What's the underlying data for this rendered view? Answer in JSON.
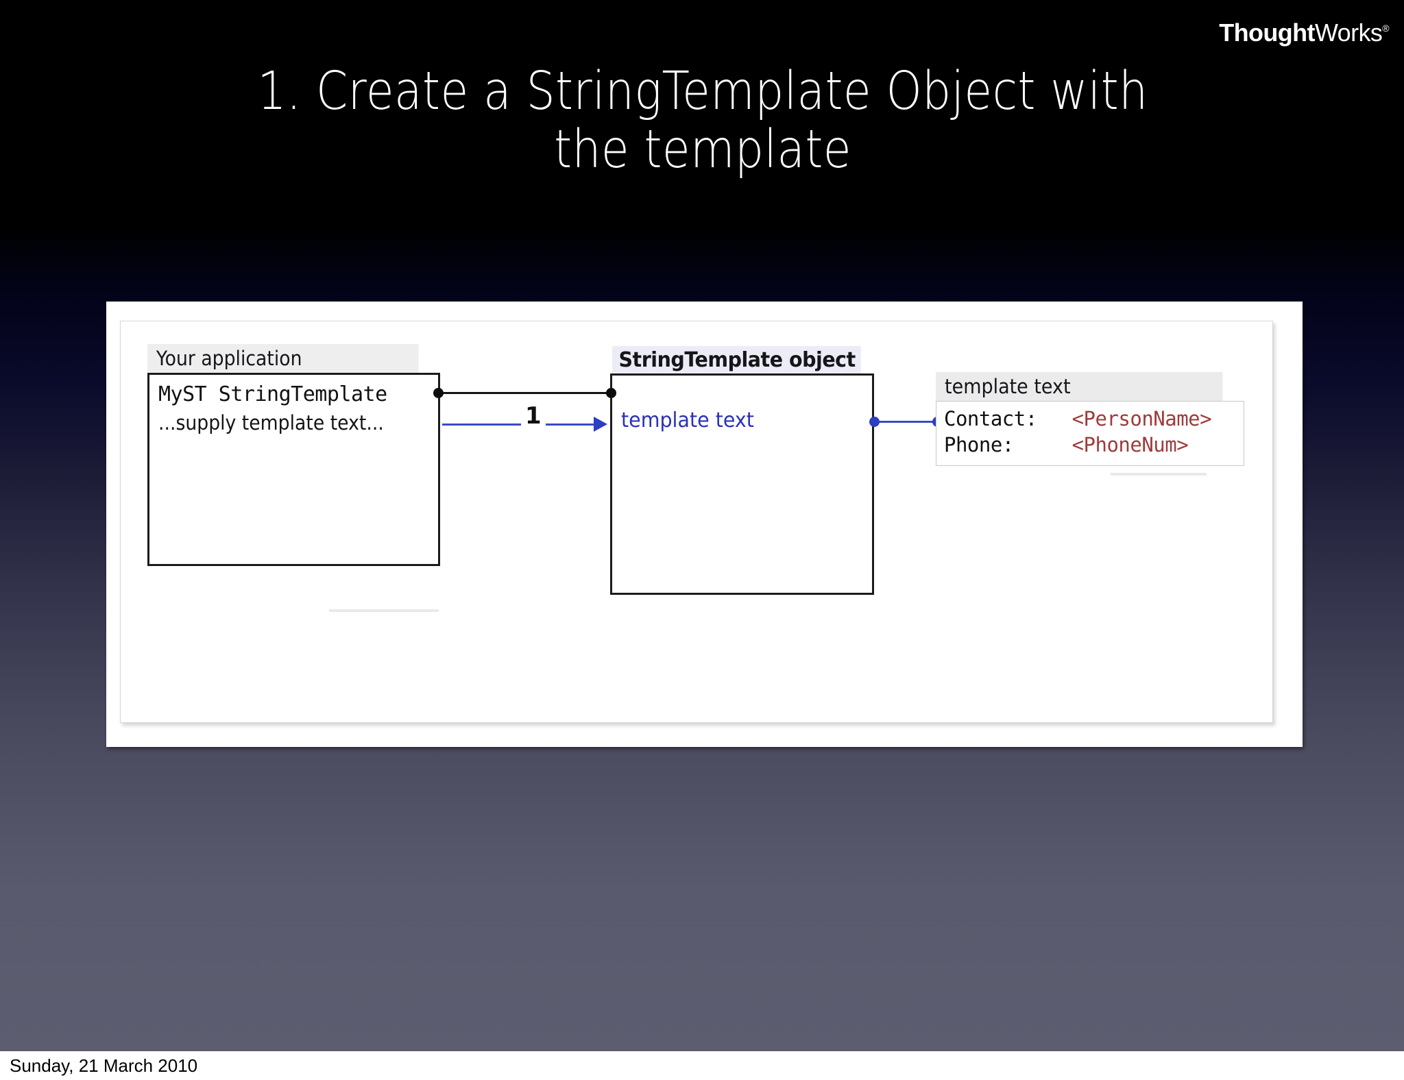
{
  "logo": {
    "bold_part": "Thought",
    "light_part": "Works",
    "registered_mark": "®"
  },
  "title": {
    "line1": "1. Create a StringTemplate Object with",
    "line2": "the template",
    "full": "1. Create a StringTemplate Object with the template",
    "color": "#ffffff"
  },
  "diagram": {
    "your_application": {
      "header": "Your application",
      "header_bg": "#eeeeee",
      "line1": "MyST StringTemplate",
      "line2": "...supply template text..."
    },
    "stringtemplate_object": {
      "header": "StringTemplate object",
      "header_bg": "#ececf6",
      "line1": "template text",
      "line1_color": "#2b31b8"
    },
    "template_text_callout": {
      "header": "template text",
      "header_bg": "#ebebeb",
      "row1_label": "Contact:",
      "row1_value": "<PersonName>",
      "row2_label": "Phone:",
      "row2_value": "<PhoneNum>",
      "value_color": "#9e3b3b"
    },
    "connectors": {
      "association_multiplicity": "1",
      "black_line_color": "#141414",
      "blue_line_color": "#3a4bc4"
    }
  },
  "footer": {
    "date": "Sunday, 21 March 2010"
  },
  "background": {
    "top_color": "#000000",
    "bottom_color": "#5d5d70"
  }
}
